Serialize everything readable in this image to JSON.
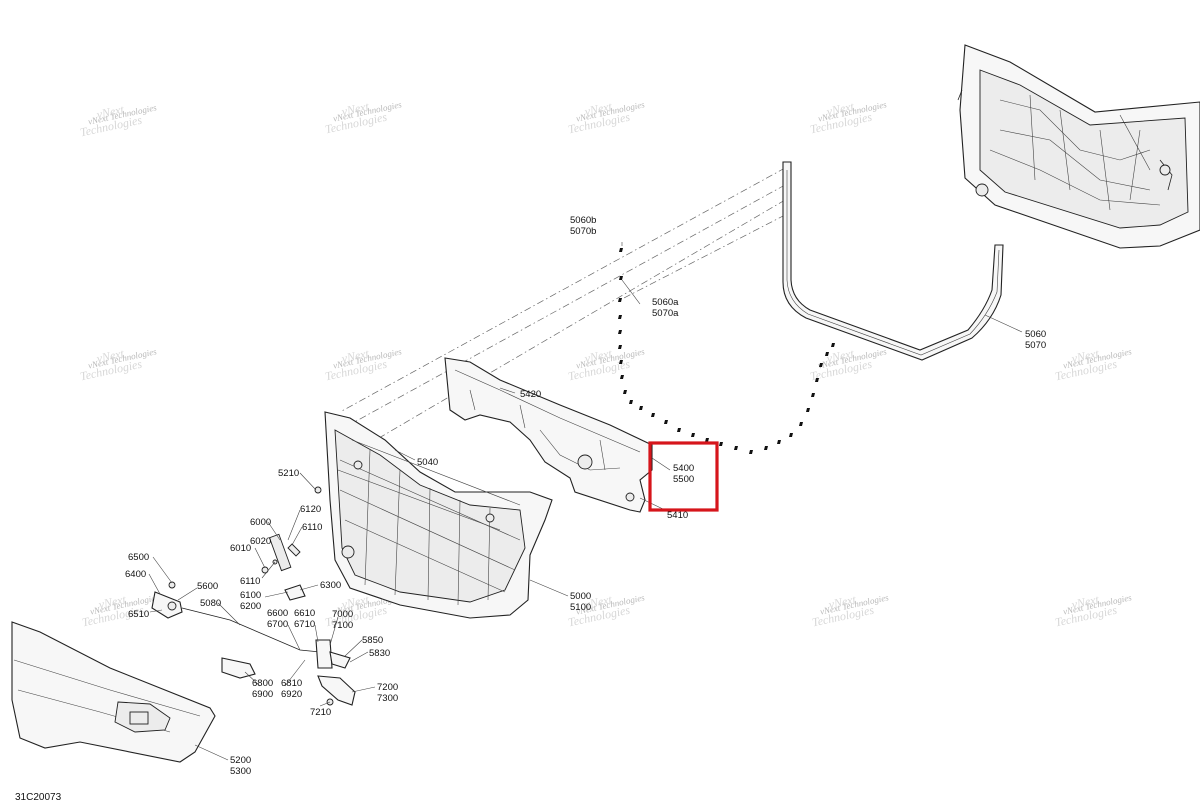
{
  "diagram": {
    "callout_highlight_color": "#d6151b",
    "watermark_text_line1": "vNext",
    "watermark_text_line2": "Technologies",
    "watermark_line": "vNext Technologies",
    "figure_code": "31C20073",
    "labels": {
      "l5060b": "5060b",
      "l5070b": "5070b",
      "l5060a": "5060a",
      "l5070a": "5070a",
      "l5060": "5060",
      "l5070": "5070",
      "l5420": "5420",
      "l5040": "5040",
      "l5400": "5400",
      "l5500": "5500",
      "l5410": "5410",
      "l5210": "5210",
      "l6120": "6120",
      "l6000": "6000",
      "l6110a": "6110",
      "l6020": "6020",
      "l6010": "6010",
      "l6110b": "6110",
      "l6500": "6500",
      "l6400": "6400",
      "l5600": "5600",
      "l5080": "5080",
      "l6510": "6510",
      "l6100": "6100",
      "l6200": "6200",
      "l6300": "6300",
      "l6600": "6600",
      "l6700": "6700",
      "l6610": "6610",
      "l6710": "6710",
      "l7000": "7000",
      "l7100": "7100",
      "l5850": "5850",
      "l5830": "5830",
      "l5000": "5000",
      "l5100": "5100",
      "l6800": "6800",
      "l6900": "6900",
      "l6810": "6810",
      "l6920": "6920",
      "l7200": "7200",
      "l7300": "7300",
      "l7210": "7210",
      "l5200": "5200",
      "l5300": "5300"
    }
  }
}
